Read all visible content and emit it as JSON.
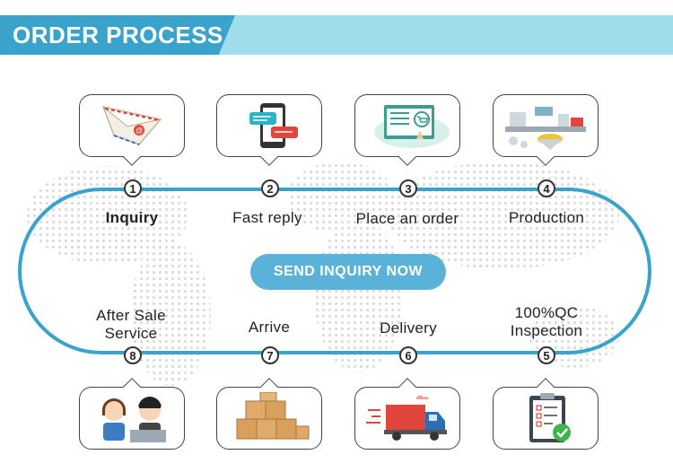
{
  "header": {
    "title": "ORDER PROCESS"
  },
  "steps": [
    {
      "number": "1",
      "label": "Inquiry",
      "icon": "airmail-envelope-icon"
    },
    {
      "number": "2",
      "label": "Fast reply",
      "icon": "smartphone-chat-icon"
    },
    {
      "number": "3",
      "label": "Place an order",
      "icon": "online-order-cart-icon"
    },
    {
      "number": "4",
      "label": "Production",
      "icon": "factory-production-line-icon"
    },
    {
      "number": "5",
      "label_line1": "100%QC",
      "label_line2": "Inspection",
      "icon": "qc-clipboard-check-icon"
    },
    {
      "number": "6",
      "label": "Delivery",
      "icon": "delivery-truck-icon"
    },
    {
      "number": "7",
      "label": "Arrive",
      "icon": "cardboard-boxes-icon"
    },
    {
      "number": "8",
      "label_line1": "After Sale",
      "label_line2": "Service",
      "icon": "customer-service-agents-icon"
    }
  ],
  "cta": {
    "label": "SEND INQUIRY NOW"
  },
  "colors": {
    "accent": "#3aa3cc",
    "header_light": "#9fdcec",
    "button": "#5ab2d8"
  }
}
